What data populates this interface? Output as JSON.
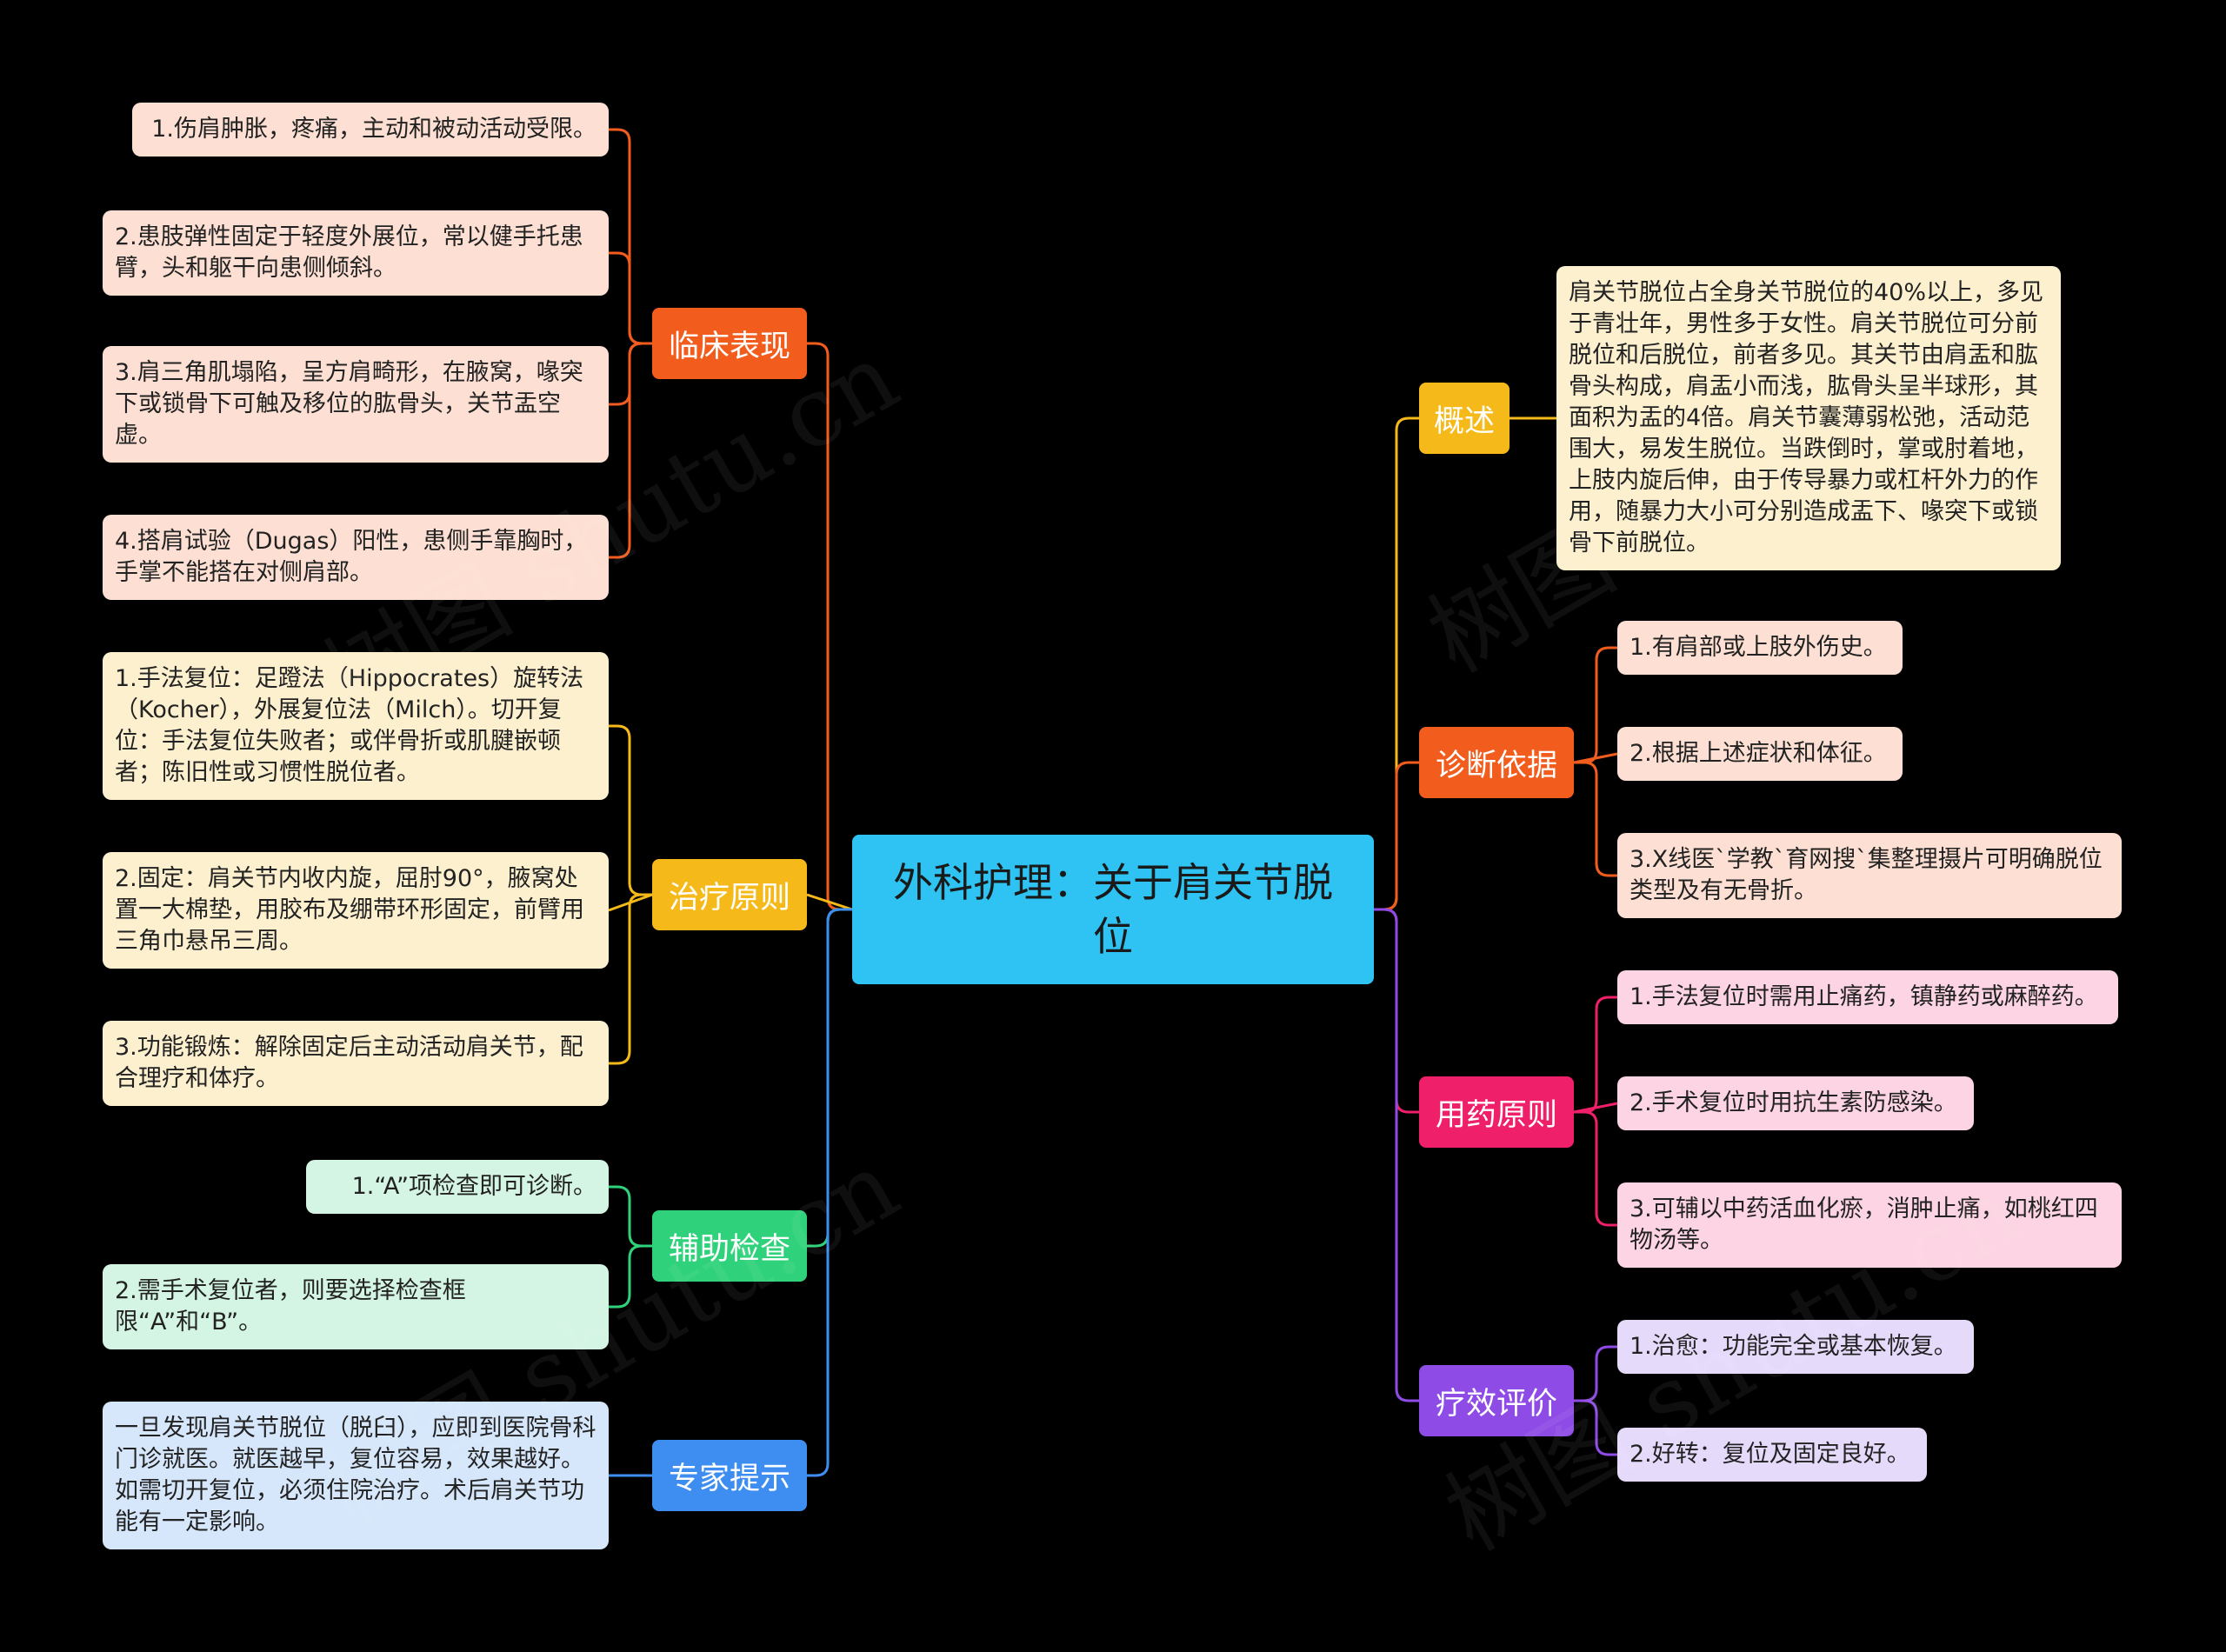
{
  "root": {
    "title": "外科护理：关于肩关节脱位",
    "color": "#2ec3f2"
  },
  "branches": [
    {
      "id": "clinical",
      "label": "临床表现",
      "color": "#f25d1e",
      "leafBg": "#fde0d3",
      "leaves": [
        "1.伤肩肿胀，疼痛，主动和被动活动受限。",
        "2.患肢弹性固定于轻度外展位，常以健手托患臂，头和躯干向患侧倾斜。",
        "3.肩三角肌塌陷，呈方肩畸形，在腋窝，喙突下或锁骨下可触及移位的肱骨头，关节盂空虚。",
        "4.搭肩试验（Dugas）阳性，患侧手靠胸时，手掌不能搭在对侧肩部。"
      ]
    },
    {
      "id": "treatment",
      "label": "治疗原则",
      "color": "#f6b91a",
      "leafBg": "#fdf0cf",
      "leaves": [
        "1.手法复位：足蹬法（Hippocrates）旋转法（Kocher），外展复位法（Milch）。切开复位：手法复位失败者；或伴骨折或肌腱嵌顿者；陈旧性或习惯性脱位者。",
        "2.固定：肩关节内收内旋，屈肘90°，腋窝处置一大棉垫，用胶布及绷带环形固定，前臂用三角巾悬吊三周。",
        "3.功能锻炼：解除固定后主动活动肩关节，配合理疗和体疗。"
      ]
    },
    {
      "id": "auxiliary",
      "label": "辅助检查",
      "color": "#2fd27a",
      "leafBg": "#d4f5e3",
      "leaves": [
        "1.“A”项检查即可诊断。",
        "2.需手术复位者，则要选择检查框限“A”和“B”。"
      ]
    },
    {
      "id": "expert",
      "label": "专家提示",
      "color": "#3d8ef0",
      "leafBg": "#d6e7fb",
      "leaves": [
        "一旦发现肩关节脱位（脱臼），应即到医院骨科门诊就医。就医越早，复位容易，效果越好。如需切开复位，必须住院治疗。术后肩关节功能有一定影响。"
      ]
    },
    {
      "id": "overview",
      "label": "概述",
      "color": "#f6b91a",
      "leafBg": "#fdf0cf",
      "leaves": [
        "肩关节脱位占全身关节脱位的40%以上，多见于青壮年，男性多于女性。肩关节脱位可分前脱位和后脱位，前者多见。其关节由肩盂和肱骨头构成，肩盂小而浅，肱骨头呈半球形，其面积为盂的4倍。肩关节囊薄弱松弛，活动范围大，易发生脱位。当跌倒时，掌或肘着地，上肢内旋后伸，由于传导暴力或杠杆外力的作用，随暴力大小可分别造成盂下、喙突下或锁骨下前脱位。"
      ]
    },
    {
      "id": "diagnosis",
      "label": "诊断依据",
      "color": "#f25d1e",
      "leafBg": "#fde0d3",
      "leaves": [
        "1.有肩部或上肢外伤史。",
        "2.根据上述症状和体征。",
        "3.X线医`学教`育网搜`集整理摄片可明确脱位类型及有无骨折。"
      ]
    },
    {
      "id": "medication",
      "label": "用药原则",
      "color": "#ef1f6a",
      "leafBg": "#fdd4e3",
      "leaves": [
        "1.手法复位时需用止痛药，镇静药或麻醉药。",
        "2.手术复位时用抗生素防感染。",
        "3.可辅以中药活血化瘀，消肿止痛，如桃红四物汤等。"
      ]
    },
    {
      "id": "evaluation",
      "label": "疗效评价",
      "color": "#8f4be6",
      "leafBg": "#e6dafb",
      "leaves": [
        "1.治愈：功能完全或基本恢复。",
        "2.好转：复位及固定良好。"
      ]
    }
  ]
}
